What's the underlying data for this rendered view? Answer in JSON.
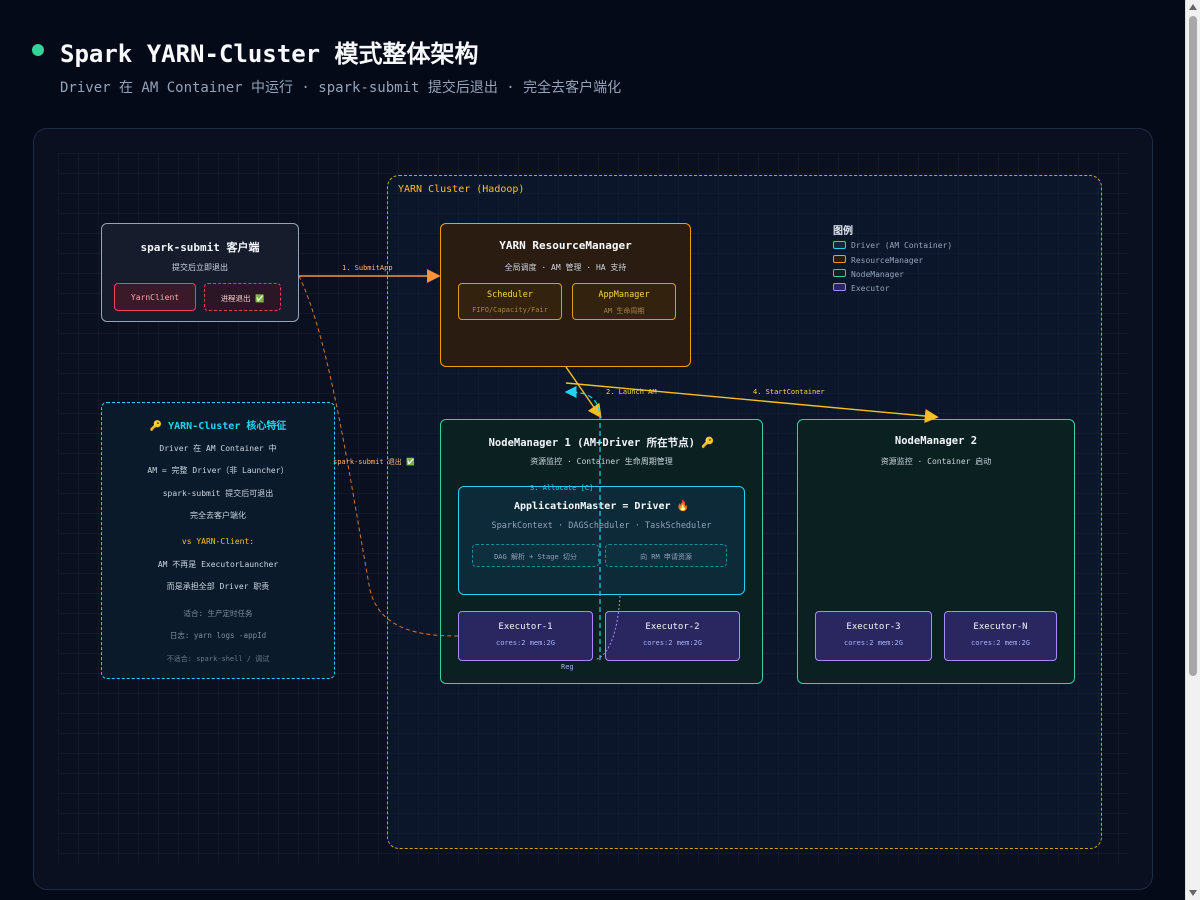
{
  "header": {
    "title": "Spark YARN-Cluster 模式整体架构",
    "subtitle": "Driver 在 AM Container 中运行 · spark-submit 提交后退出 · 完全去客户端化"
  },
  "cluster": {
    "label": "YARN Cluster (Hadoop)"
  },
  "client": {
    "title": "spark-submit 客户端",
    "subtitle": "提交后立即退出",
    "yarnclient": "YarnClient",
    "exit": "进程退出 ✅"
  },
  "rm": {
    "title": "YARN ResourceManager",
    "subtitle": "全局调度 · AM 管理 · HA 支持",
    "scheduler": {
      "title": "Scheduler",
      "sub": "FIFO/Capacity/Fair"
    },
    "appmanager": {
      "title": "AppManager",
      "sub": "AM 生命周期"
    }
  },
  "legend": {
    "title": "图例",
    "items": [
      {
        "label": "Driver (AM Container)",
        "color": "#22d3ee"
      },
      {
        "label": "ResourceManager",
        "color": "#f59e0b"
      },
      {
        "label": "NodeManager",
        "color": "#34d399"
      },
      {
        "label": "Executor",
        "color": "#a78bfa"
      }
    ]
  },
  "feature": {
    "title": "🔑 YARN-Cluster 核心特征",
    "lines": [
      "Driver 在 AM Container 中",
      "AM = 完整 Driver（非 Launcher）",
      "spark-submit 提交后可退出",
      "完全去客户端化"
    ],
    "vs_title": "vs YARN-Client:",
    "vs_lines": [
      "AM 不再是 ExecutorLauncher",
      "而是承担全部 Driver 职责"
    ],
    "notes": [
      "适合: 生产定时任务",
      "日志: yarn logs -appId",
      "不适合: spark-shell / 调试"
    ]
  },
  "nm1": {
    "title": "NodeManager 1 (AM+Driver 所在节点) 🔑",
    "subtitle": "资源监控 · Container 生命周期管理"
  },
  "nm2": {
    "title": "NodeManager 2",
    "subtitle": "资源监控 · Container 启动"
  },
  "am": {
    "title": "ApplicationMaster = Driver 🔥",
    "subtitle": "SparkContext · DAGScheduler · TaskScheduler",
    "dag": "DAG 解析 + Stage 切分",
    "request": "向 RM 申请资源"
  },
  "executors": [
    {
      "name": "Executor-1",
      "spec": "cores:2 mem:2G"
    },
    {
      "name": "Executor-2",
      "spec": "cores:2 mem:2G"
    },
    {
      "name": "Executor-3",
      "spec": "cores:2 mem:2G"
    },
    {
      "name": "Executor-N",
      "spec": "cores:2 mem:2G"
    }
  ],
  "arrows": {
    "submit": "1. SubmitApp",
    "launch": "2. Launch AM",
    "allocate": "3. Allocate [C]",
    "start": "4. StartContainer",
    "exit_note": "spark-submit 退出 ✅",
    "reg": "Reg"
  }
}
